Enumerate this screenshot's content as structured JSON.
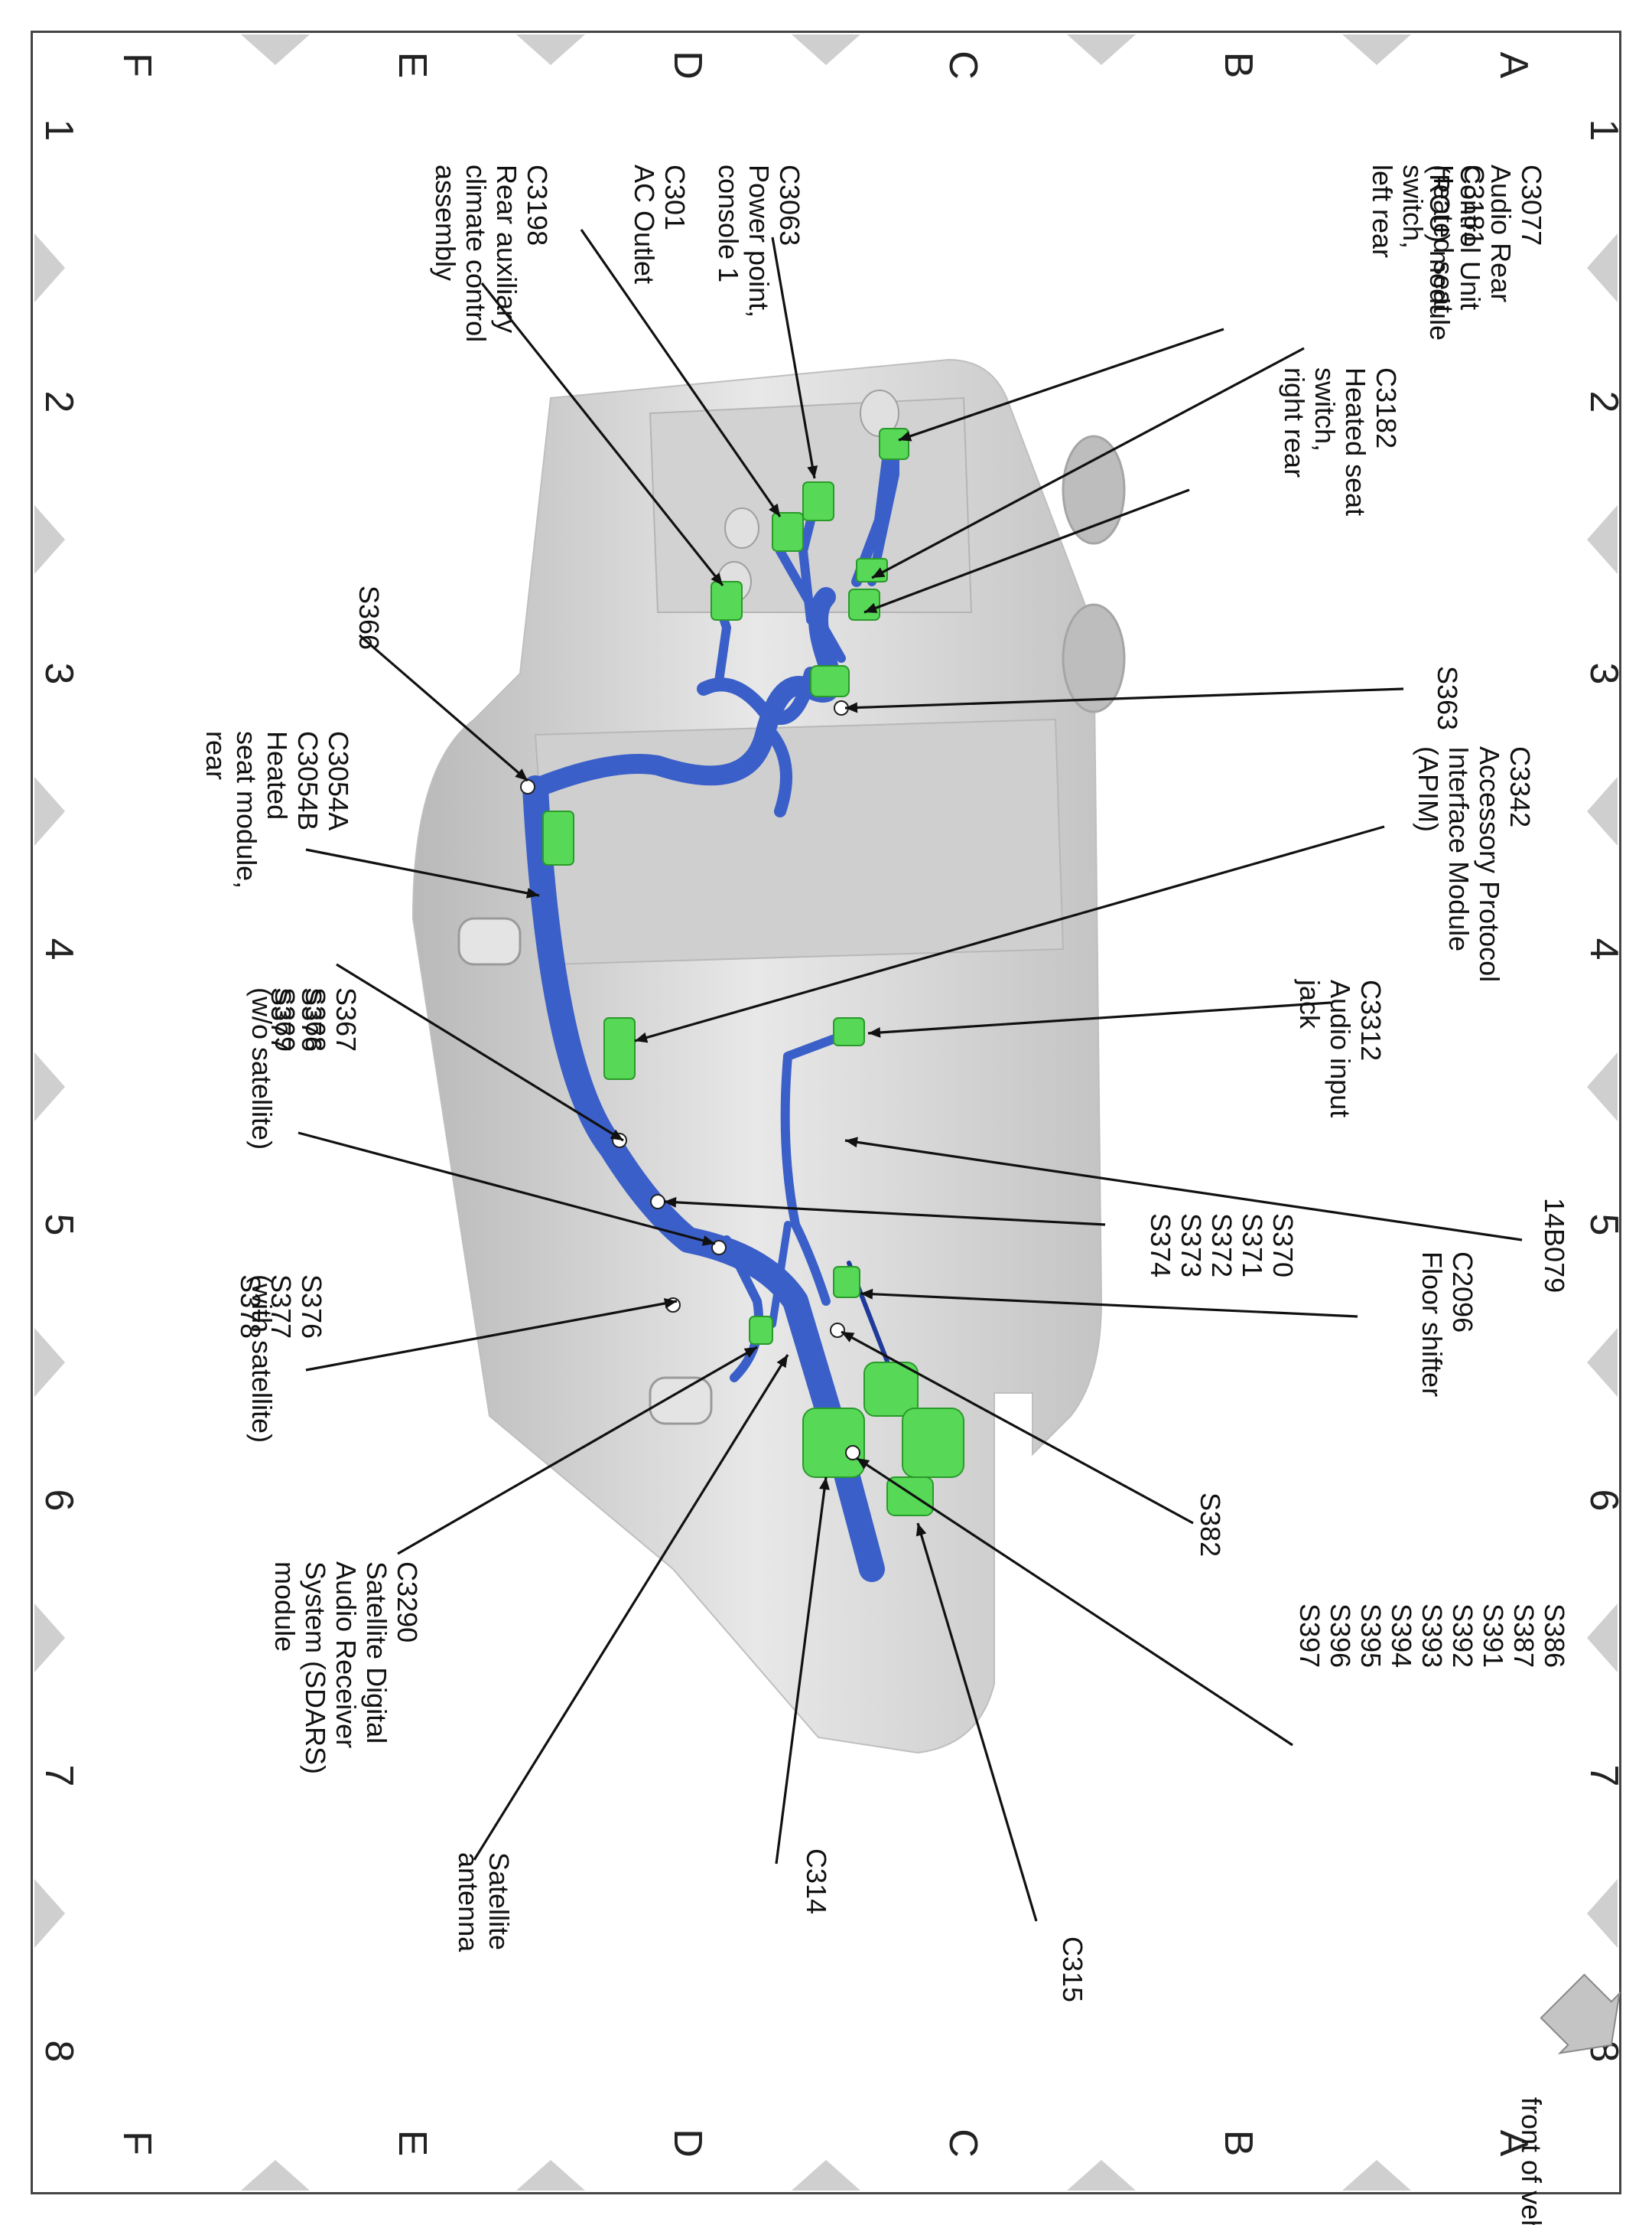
{
  "grid": {
    "columns": [
      "1",
      "2",
      "3",
      "4",
      "5",
      "6",
      "7",
      "8"
    ],
    "rows": [
      "A",
      "B",
      "C",
      "D",
      "E",
      "F"
    ]
  },
  "labels": [
    {
      "id": "c3077",
      "lines": [
        "C3077",
        "Audio Rear",
        "Control Unit",
        "(RCU) module"
      ]
    },
    {
      "id": "c3181",
      "lines": [
        "C3181",
        "Heated seat",
        "switch,",
        "left rear"
      ]
    },
    {
      "id": "c3063",
      "lines": [
        "C3063",
        "Power point,",
        "console 1"
      ]
    },
    {
      "id": "c301",
      "lines": [
        "C301",
        "AC Outlet"
      ]
    },
    {
      "id": "c3198",
      "lines": [
        "C3198",
        "Rear auxiliary",
        "climate control",
        "assembly"
      ]
    },
    {
      "id": "c3182",
      "lines": [
        "C3182",
        "Heated seat",
        "switch,",
        "right rear"
      ]
    },
    {
      "id": "s363",
      "lines": [
        "S363"
      ]
    },
    {
      "id": "s366",
      "lines": [
        "S366"
      ]
    },
    {
      "id": "c3054",
      "lines": [
        "C3054A",
        "C3054B",
        "Heated",
        "seat module,",
        "rear"
      ]
    },
    {
      "id": "c3342",
      "lines": [
        "C3342",
        "Accessory Protocol",
        "Interface Module",
        "(APIM)"
      ]
    },
    {
      "id": "c3312",
      "lines": [
        "C3312",
        "Audio input",
        "jack"
      ]
    },
    {
      "id": "s367",
      "lines": [
        "S367",
        "S368",
        "S369"
      ]
    },
    {
      "id": "s376a",
      "lines": [
        "S376",
        "S377"
      ]
    },
    {
      "id": "wo_sat",
      "lines": [
        "(w/o satellite)"
      ]
    },
    {
      "id": "s376b",
      "lines": [
        "S376",
        "S377",
        "S378"
      ]
    },
    {
      "id": "w_sat",
      "lines": [
        "(with satellite)"
      ]
    },
    {
      "id": "b14b079",
      "lines": [
        "14B079"
      ]
    },
    {
      "id": "s370",
      "lines": [
        "S370",
        "S371",
        "S372",
        "S373",
        "S374"
      ]
    },
    {
      "id": "c2096",
      "lines": [
        "C2096",
        "Floor shifter"
      ]
    },
    {
      "id": "s382",
      "lines": [
        "S382"
      ]
    },
    {
      "id": "s386",
      "lines": [
        "S386",
        "S387",
        "S391",
        "S392",
        "S393",
        "S394",
        "S395",
        "S396",
        "S397"
      ]
    },
    {
      "id": "c3290",
      "lines": [
        "C3290",
        "Satellite Digital",
        "Audio Receiver",
        "System (SDARS)",
        "module"
      ]
    },
    {
      "id": "sat_ant",
      "lines": [
        "Satellite",
        "antenna"
      ]
    },
    {
      "id": "c314",
      "lines": [
        "C314"
      ]
    },
    {
      "id": "c315",
      "lines": [
        "C315"
      ]
    }
  ],
  "orientation_note": "front of vehicle",
  "colors": {
    "harness": "#3a5fc8",
    "connector": "#57d957",
    "console": "#d9d9d9",
    "grid_triangle": "#cfcfcf"
  }
}
